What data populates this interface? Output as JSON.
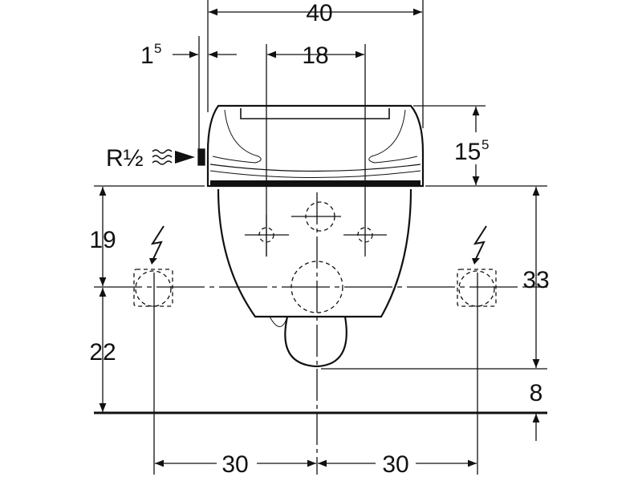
{
  "dimensions": {
    "total_width": "40",
    "side_offset_main": "1",
    "side_offset_sup": "5",
    "connector_spacing": "18",
    "seat_height_main": "15",
    "seat_height_sup": "5",
    "water_connection": "R½",
    "upper_height": "19",
    "lower_height": "22",
    "bowl_height": "33",
    "bowl_bottom": "8",
    "left_spacing": "30",
    "right_spacing": "30"
  },
  "colors": {
    "line": "#111111",
    "background": "#ffffff"
  }
}
